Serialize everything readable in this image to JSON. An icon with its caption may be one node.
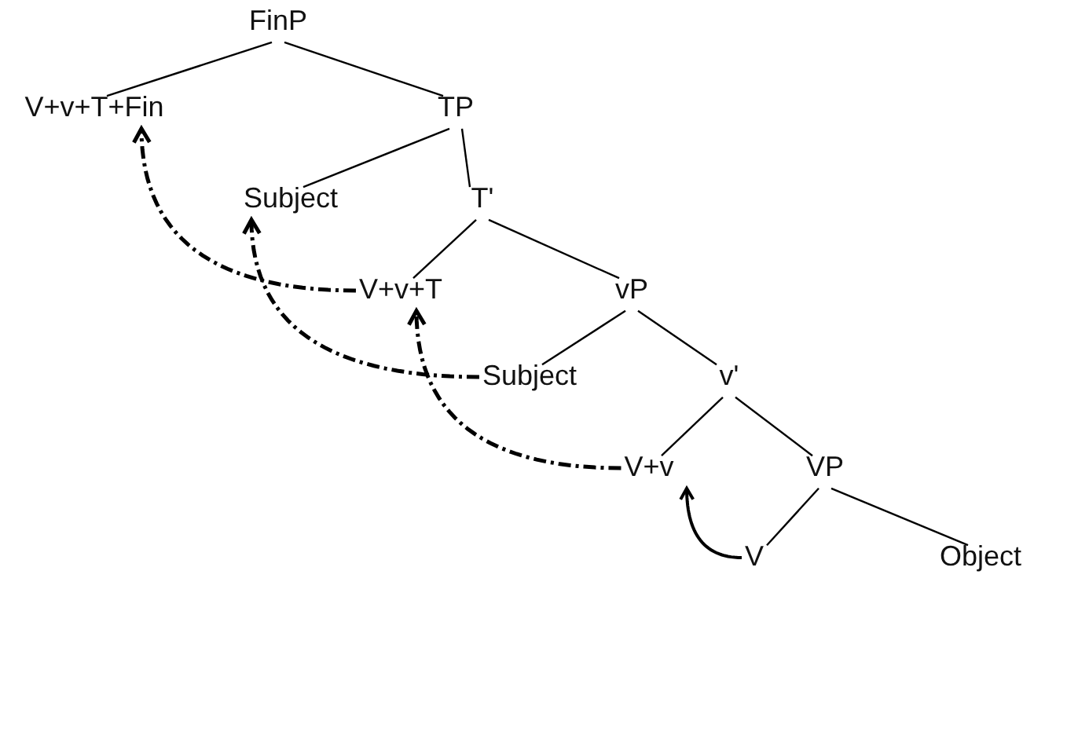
{
  "diagram": {
    "nodes": [
      {
        "text": [
          "FinP"
        ]
      },
      {
        "text": [
          "V+v+T+Fin"
        ]
      },
      {
        "text": [
          "TP"
        ]
      },
      {
        "text": [
          "Subject"
        ]
      },
      {
        "text": [
          "T'"
        ]
      },
      {
        "text": [
          "V+v+T"
        ]
      },
      {
        "text": [
          "vP"
        ]
      },
      {
        "text": [
          "Subject"
        ]
      },
      {
        "text": [
          "v'"
        ]
      },
      {
        "text": [
          "V+v"
        ]
      },
      {
        "text": [
          "VP"
        ]
      },
      {
        "text": [
          "V"
        ]
      },
      {
        "text": [
          "Object"
        ]
      }
    ],
    "edges": [
      {
        "from": 0,
        "to": 1,
        "arrow": "none"
      },
      {
        "from": 0,
        "to": 2,
        "arrow": "none"
      },
      {
        "from": 2,
        "to": 3,
        "arrow": "none"
      },
      {
        "from": 2,
        "to": 4,
        "arrow": "none"
      },
      {
        "from": 4,
        "to": 5,
        "arrow": "none"
      },
      {
        "from": 4,
        "to": 6,
        "arrow": "none"
      },
      {
        "from": 6,
        "to": 7,
        "arrow": "none"
      },
      {
        "from": 6,
        "to": 8,
        "arrow": "none"
      },
      {
        "from": 8,
        "to": 9,
        "arrow": "none"
      },
      {
        "from": 8,
        "to": 10,
        "arrow": "none"
      },
      {
        "from": 10,
        "to": 11,
        "arrow": "none"
      },
      {
        "from": 10,
        "to": 12,
        "arrow": "none"
      },
      {
        "from": 5,
        "to": 1,
        "arrow": "to",
        "style": "dashed"
      },
      {
        "from": 7,
        "to": 3,
        "arrow": "to",
        "style": "dashed"
      },
      {
        "from": 9,
        "to": 5,
        "arrow": "to",
        "style": "dashed"
      },
      {
        "from": 11,
        "to": 9,
        "arrow": "to"
      }
    ]
  }
}
